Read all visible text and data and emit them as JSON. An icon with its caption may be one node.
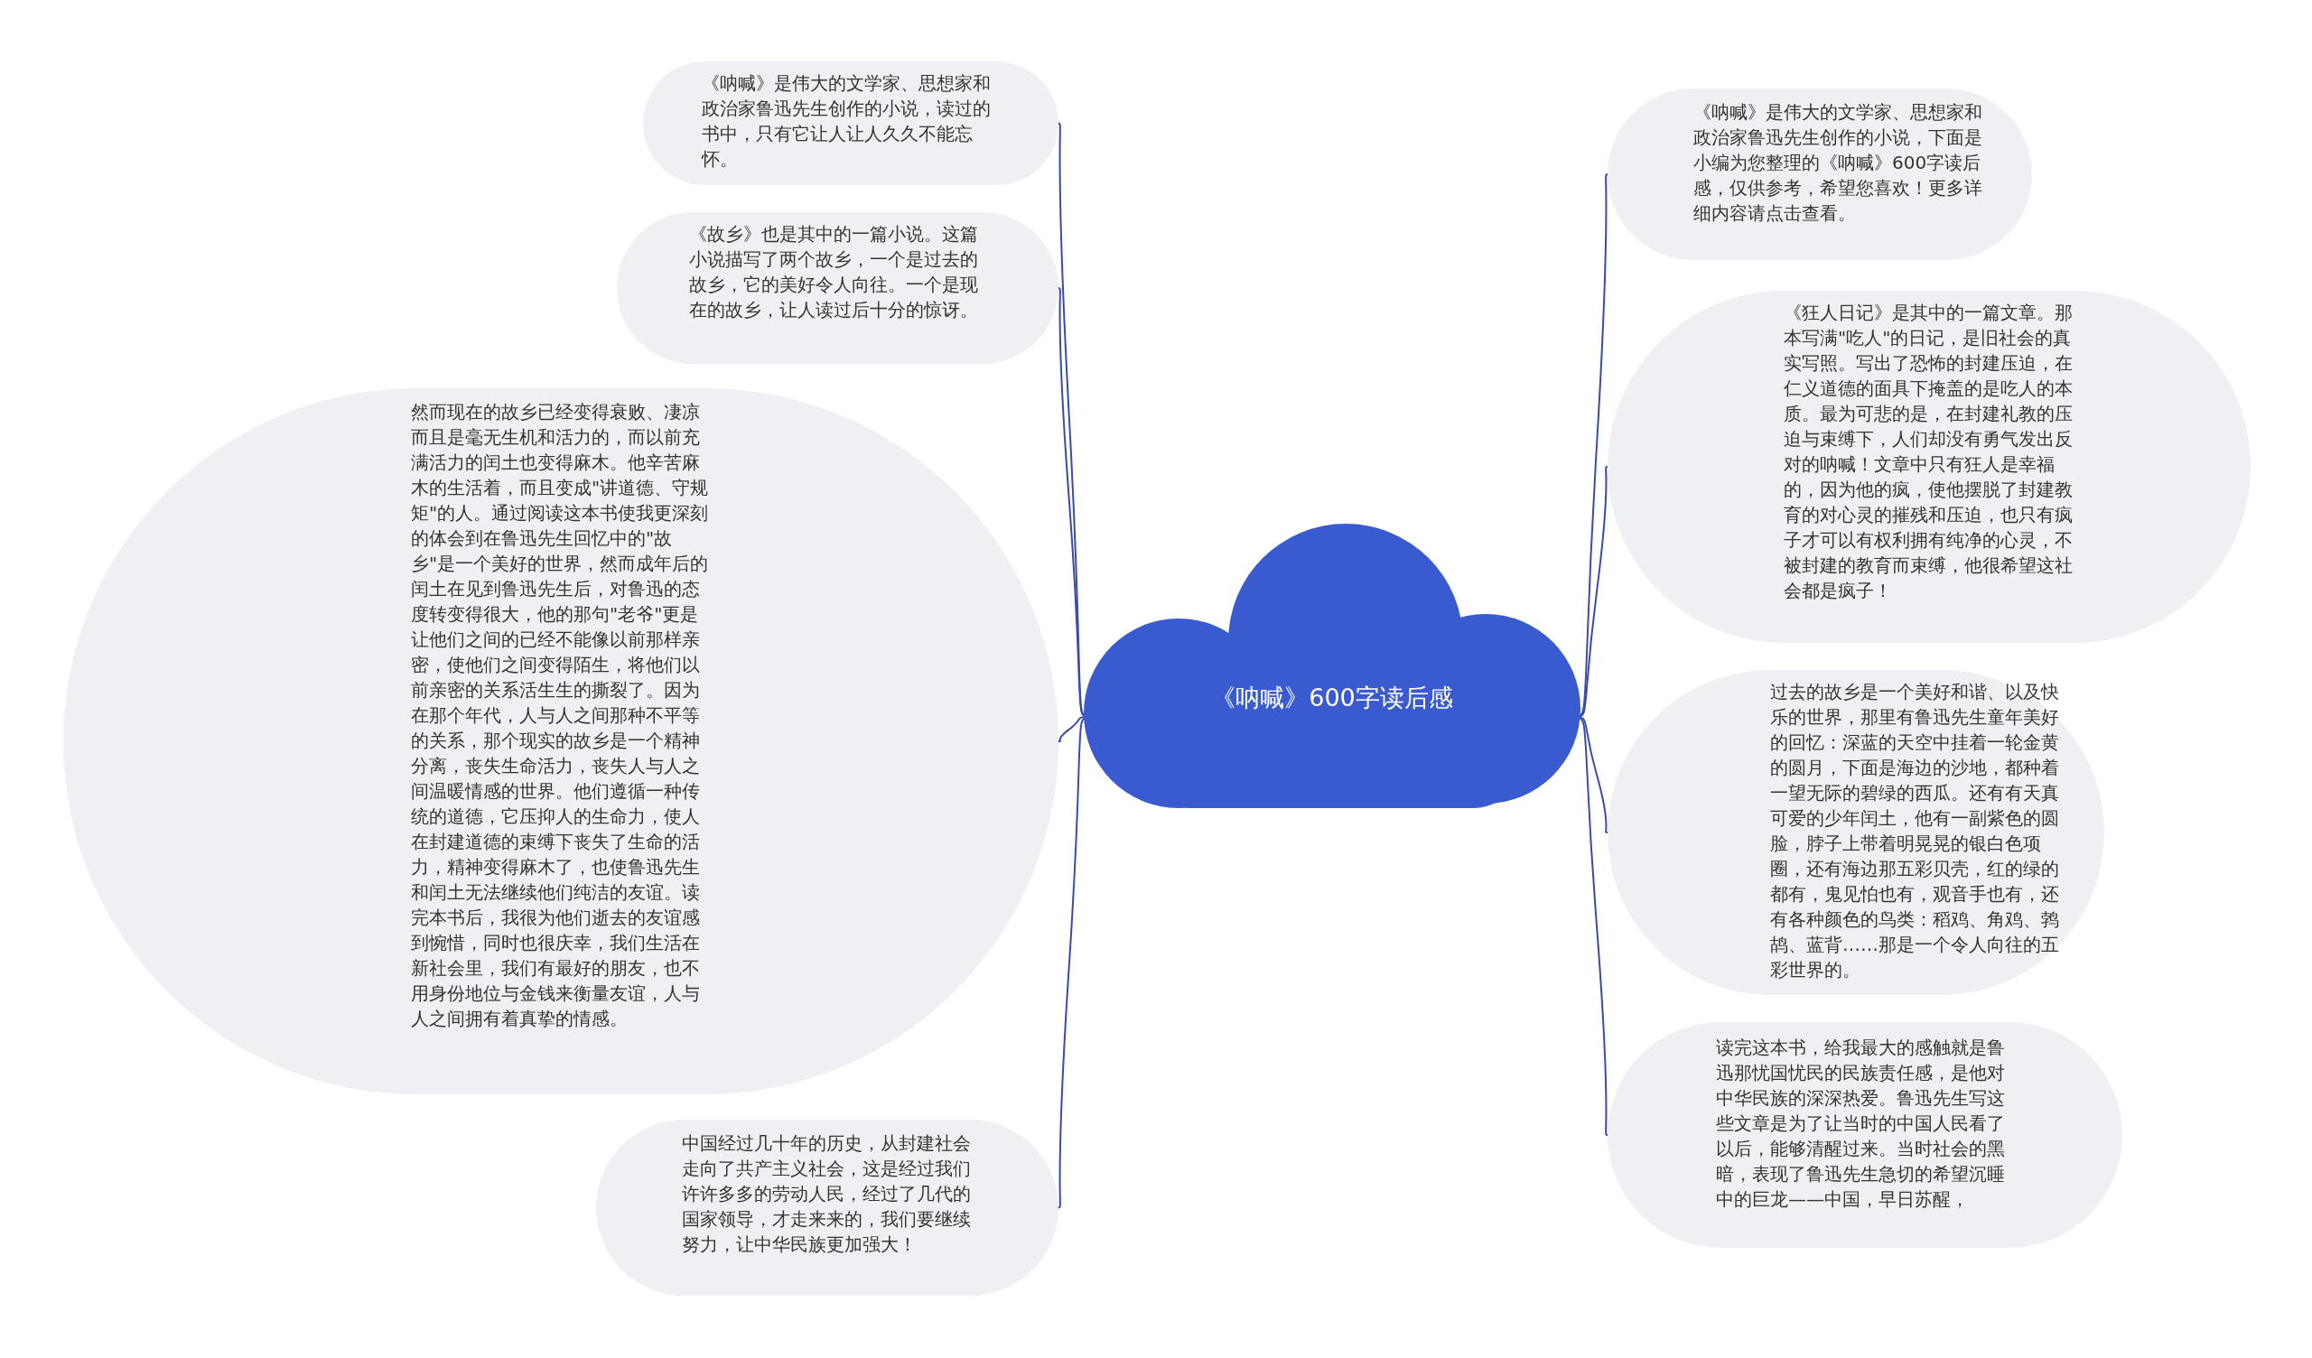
{
  "diagram": {
    "nodes": [
      {
        "text": [
          "《呐喊》600字读后感"
        ]
      },
      {
        "text": [
          "《呐喊》是伟大的文学家、思想家和政治家鲁迅先生创作的小说，读过的书中，只有它让人让人久久不能忘怀。"
        ]
      },
      {
        "text": [
          "《故乡》也是其中的一篇小说。这篇小说描写了两个故乡，一个是过去的故乡，它的美好令人向往。一个是现在的故乡，让人读过后十分的惊讶。"
        ]
      },
      {
        "text": [
          "然而现在的故乡已经变得衰败、凄凉而且是毫无生机和活力的，而以前充满活力的闰土也变得麻木。他辛苦麻木的生活着，而且变成\"讲道德、守规矩\"的人。通过阅读这本书使我更深刻的体会到在鲁迅先生回忆中的\"故乡\"是一个美好的世界，然而成年后的闰土在见到鲁迅先生后，对鲁迅的态度转变得很大，他的那句\"老爷\"更是让他们之间的已经不能像以前那样亲密，使他们之间变得陌生，将他们以前亲密的关系活生生的撕裂了。因为在那个年代，人与人之间那种不平等的关系，那个现实的故乡是一个精神分离，丧失生命活力，丧失人与人之间温暖情感的世界。他们遵循一种传统的道德，它压抑人的生命力，使人在封建道德的束缚下丧失了生命的活力，精神变得麻木了，也使鲁迅先生和闰土无法继续他们纯洁的友谊。读完本书后，我很为他们逝去的友谊感到惋惜，同时也很庆幸，我们生活在新社会里，我们有最好的朋友，也不用身份地位与金钱来衡量友谊，人与人之间拥有着真挚的情感。"
        ]
      },
      {
        "text": [
          "中国经过几十年的历史，从封建社会走向了共产主义社会，这是经过我们许许多多的劳动人民，经过了几代的国家领导，才走来来的，我们要继续努力，让中华民族更加强大！"
        ]
      },
      {
        "text": [
          "《呐喊》是伟大的文学家、思想家和政治家鲁迅先生创作的小说，下面是小编为您整理的《呐喊》600字读后感，仅供参考，希望您喜欢！更多详细内容请点击查看。"
        ]
      },
      {
        "text": [
          "《狂人日记》是其中的一篇文章。那本写满\"吃人\"的日记，是旧社会的真实写照。写出了恐怖的封建压迫，在仁义道德的面具下掩盖的是吃人的本质。最为可悲的是，在封建礼教的压迫与束缚下，人们却没有勇气发出反对的呐喊！文章中只有狂人是幸福的，因为他的疯，使他摆脱了封建教育的对心灵的摧残和压迫，也只有疯子才可以有权利拥有纯净的心灵，不被封建的教育而束缚，他很希望这社会都是疯子！"
        ]
      },
      {
        "text": [
          "过去的故乡是一个美好和谐、以及快乐的世界，那里有鲁迅先生童年美好的回忆：深蓝的天空中挂着一轮金黄的圆月，下面是海边的沙地，都种着一望无际的碧绿的西瓜。还有有天真可爱的少年闰土，他有一副紫色的圆脸，脖子上带着明晃晃的银白色项圈，还有海边那五彩贝壳，红的绿的都有，鬼见怕也有，观音手也有，还有各种颜色的鸟类：稻鸡、角鸡、鹁鸪、蓝背……那是一个令人向往的五彩世界的。"
        ]
      },
      {
        "text": [
          "读完这本书，给我最大的感触就是鲁迅那忧国忧民的民族责任感，是他对中华民族的深深热爱。鲁迅先生写这些文章是为了让当时的中国人民看了以后，能够清醒过来。当时社会的黑暗，表现了鲁迅先生急切的希望沉睡中的巨龙——中国，早日苏醒，"
        ]
      }
    ],
    "edges": [
      {
        "from": 0,
        "to": 1,
        "arrow": "none"
      },
      {
        "from": 0,
        "to": 2,
        "arrow": "none"
      },
      {
        "from": 0,
        "to": 3,
        "arrow": "none"
      },
      {
        "from": 0,
        "to": 4,
        "arrow": "none"
      },
      {
        "from": 0,
        "to": 5,
        "arrow": "none"
      },
      {
        "from": 0,
        "to": 6,
        "arrow": "none"
      },
      {
        "from": 0,
        "to": 7,
        "arrow": "none"
      },
      {
        "from": 0,
        "to": 8,
        "arrow": "none"
      }
    ]
  }
}
